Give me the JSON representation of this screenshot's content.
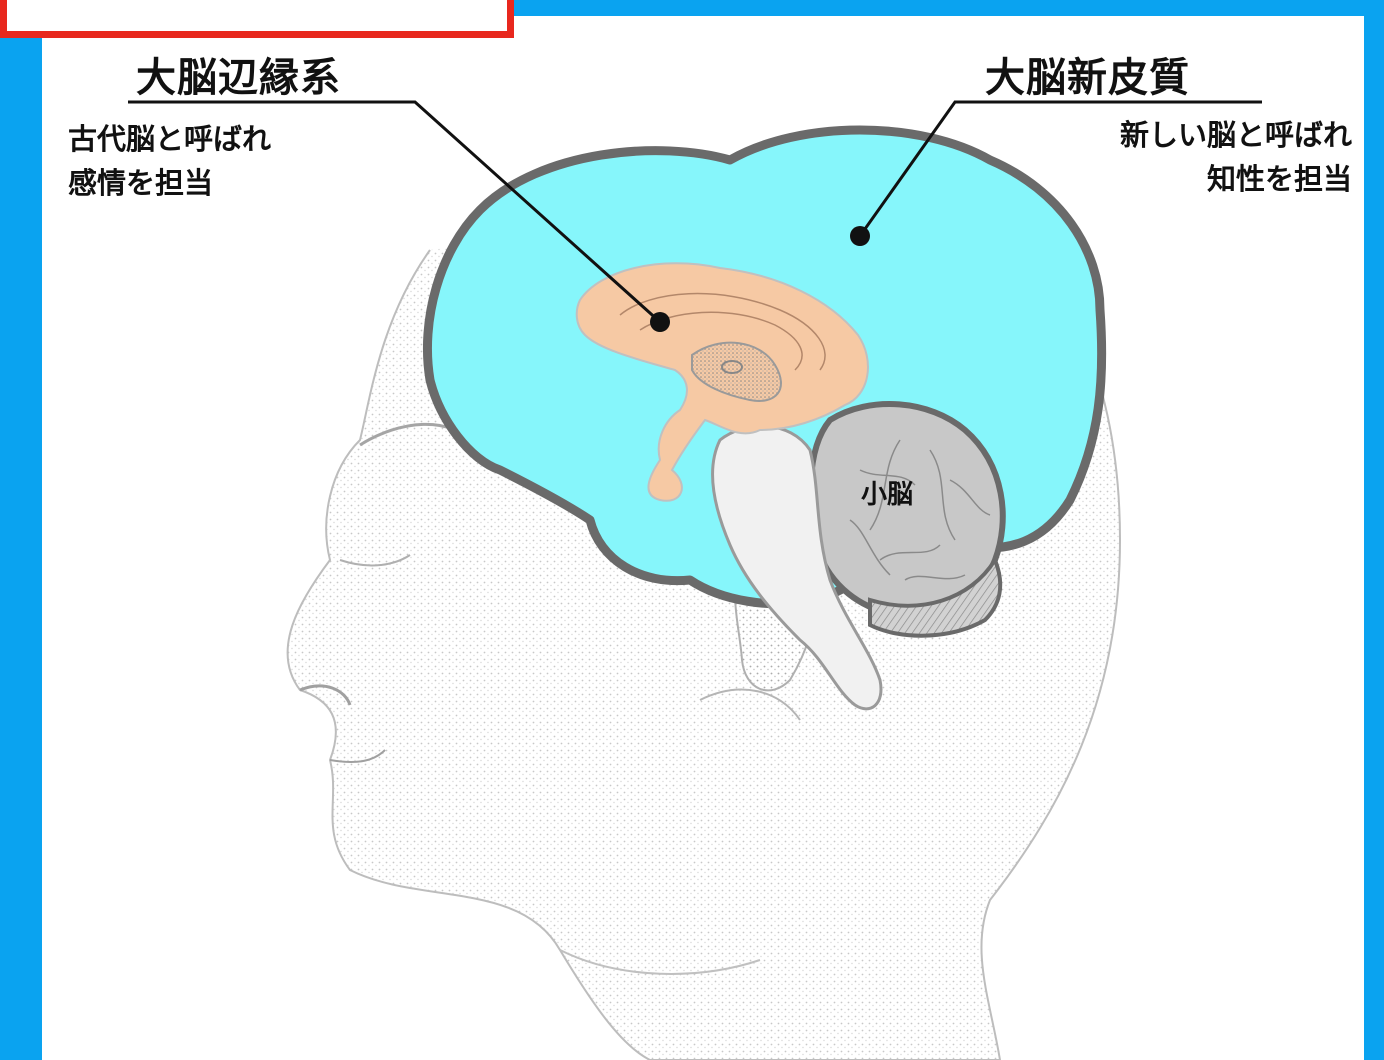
{
  "limbic_system": {
    "title": "大脳辺縁系",
    "desc_line1": "古代脳と呼ばれ",
    "desc_line2": "感情を担当"
  },
  "neocortex": {
    "title": "大脳新皮質",
    "desc_line1": "新しい脳と呼ばれ",
    "desc_line2": "知性を担当"
  },
  "cerebellum": {
    "label": "小脳"
  },
  "colors": {
    "frame": "#0aa3f0",
    "title_box_border": "#e8281e",
    "neocortex_fill": "#86f6fb",
    "limbic_fill": "#f6c9a4",
    "brain_outline": "#6a6a6a",
    "cerebellum_fill": "#c8c8c8"
  }
}
